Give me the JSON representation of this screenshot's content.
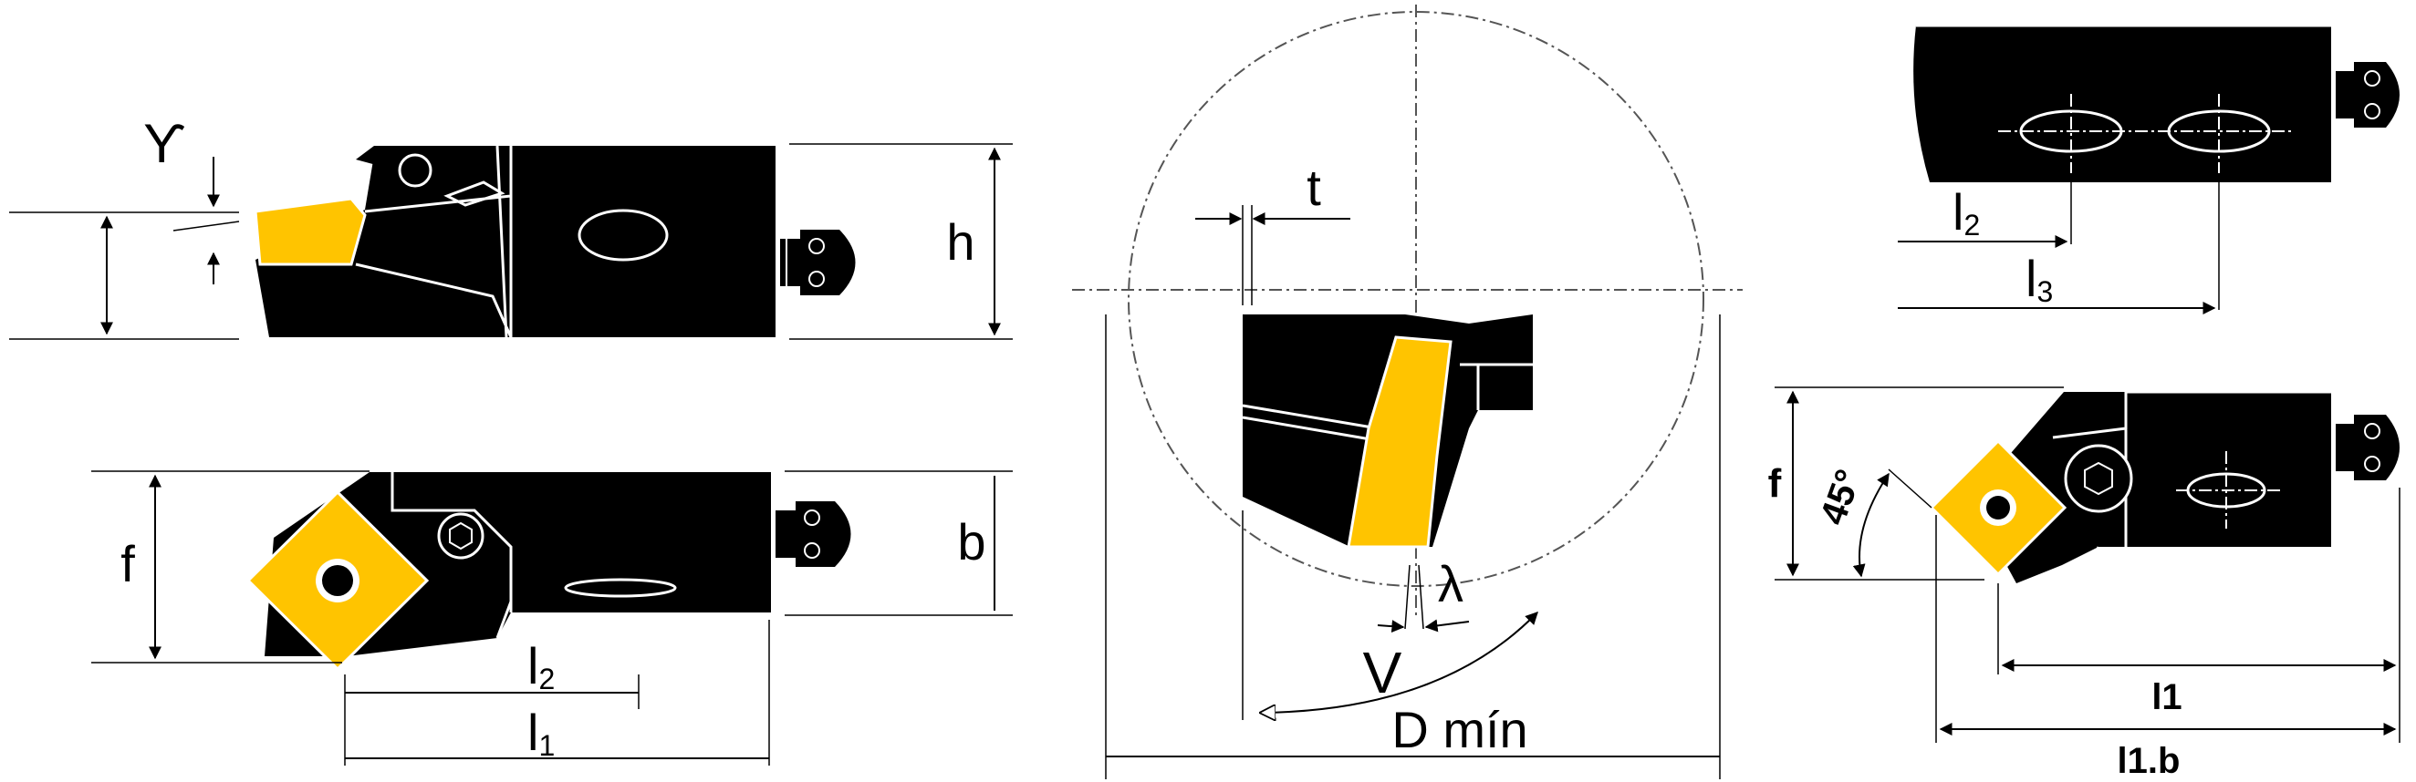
{
  "colors": {
    "insert": "#FFC400",
    "body": "#000000",
    "background": "#FFFFFF"
  },
  "view_side": {
    "angle_label": "ϒ",
    "height_label": "h"
  },
  "view_top": {
    "offset_label": "f",
    "width_label": "b",
    "l2_base": "l",
    "l2_sub": "2",
    "l1_base": "l",
    "l1_sub": "1"
  },
  "view_bore": {
    "depth_label": "t",
    "lead_label": "λ",
    "clearance_label": "V",
    "diameter_label": "D mín"
  },
  "view_rear": {
    "l2_base": "l",
    "l2_sub": "2",
    "l3_base": "l",
    "l3_sub": "3"
  },
  "view_angle": {
    "offset_label": "f",
    "angle_label": "45°",
    "l1_label": "l1",
    "l1b_label": "l1.b"
  }
}
